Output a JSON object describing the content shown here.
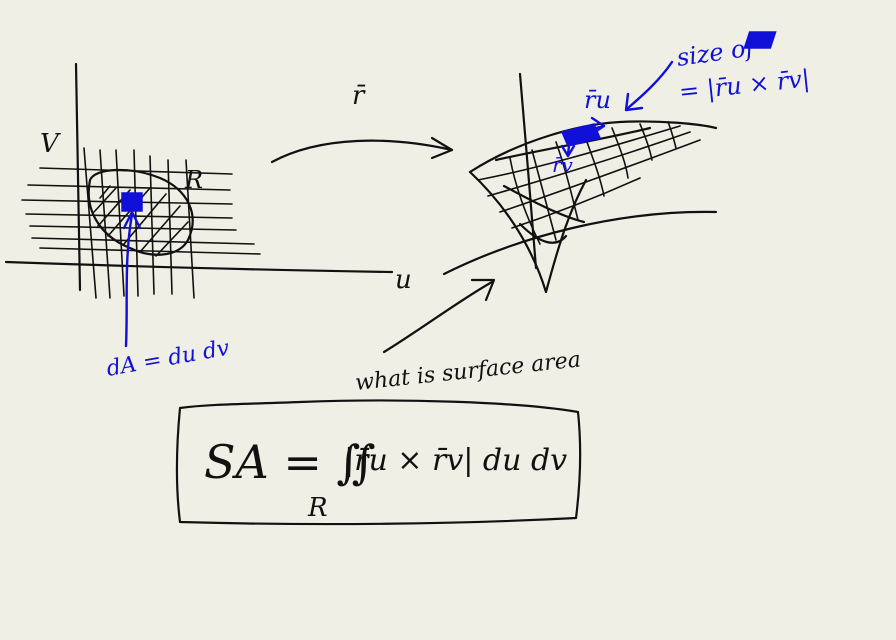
{
  "labels": {
    "v_axis": "V",
    "u_axis": "u",
    "region": "R",
    "map": "r̄",
    "dA": "dA = du dv",
    "ru": "r̄u",
    "rv": "r̄v",
    "size_of": "size of",
    "size_eq": "= |r̄u × r̄v|",
    "question": "what is surface area",
    "formula_lhs": "SA = ∬",
    "formula_integrand": "|r̄u × r̄v| du dv",
    "formula_sub": "R"
  },
  "colors": {
    "ink": "#111111",
    "highlight": "#1010d8",
    "paper": "#efefe5"
  }
}
